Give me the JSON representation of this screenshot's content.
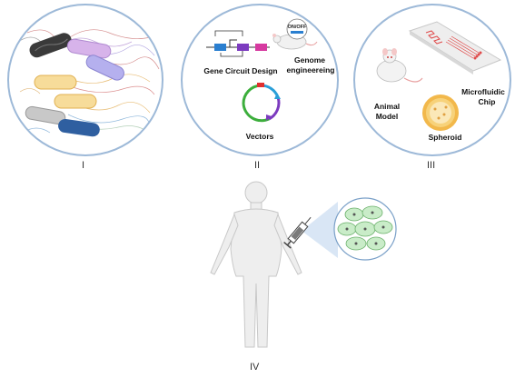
{
  "panels": {
    "p1": {
      "numeral": "I"
    },
    "p2": {
      "numeral": "II",
      "gene_circuit_label": "Gene Circuit Design",
      "genome_label_line1": "Genome",
      "genome_label_line2": "engineereing",
      "switch_text": "ON/OFF",
      "vectors_label": "Vectors"
    },
    "p3": {
      "numeral": "III",
      "animal_line1": "Animal",
      "animal_line2": "Model",
      "microfluidic_line1": "Microfluidic",
      "microfluidic_line2": "Chip",
      "spheroid_label": "Spheroid"
    },
    "p4": {
      "numeral": "IV"
    }
  },
  "colors": {
    "circle_border": "#9db9d8",
    "bacteria": [
      "#3a3a3a",
      "#c9a4e0",
      "#f4d38a",
      "#a9a4e8",
      "#f4d38a",
      "#b8b8b8",
      "#2f5fa0"
    ],
    "plasmid": [
      "#e03030",
      "#2a9fd8",
      "#7c3bbf",
      "#3cae3c"
    ],
    "spheroid": "#f2b84b",
    "chip": "#e04a4a",
    "cell_cluster": "#bfe6c0"
  }
}
